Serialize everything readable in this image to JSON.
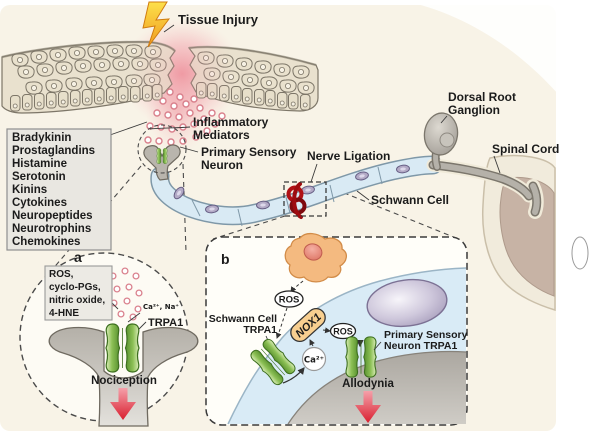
{
  "figure_labels": {
    "tissue_injury": "Tissue Injury",
    "inflammatory_mediators": [
      "Inflammatory",
      "Mediators"
    ],
    "primary_sensory_neuron": [
      "Primary Sensory",
      "Neuron"
    ],
    "nerve_ligation": "Nerve Ligation",
    "schwann_cell": "Schwann Cell",
    "dorsal_root_ganglion": [
      "Dorsal Root",
      "Ganglion"
    ],
    "spinal_cord": "Spinal Cord"
  },
  "mediator_box": {
    "items": [
      "Bradykinin",
      "Prostaglandins",
      "Histamine",
      "Serotonin",
      "Kinins",
      "Cytokines",
      "Neuropeptides",
      "Neurotrophins",
      "Chemokines"
    ]
  },
  "panel_a": {
    "label": "a",
    "agents": [
      "ROS,",
      "cyclo-PGs,",
      "nitric oxide,",
      "4-HNE"
    ],
    "ions": "Ca²⁺, Na⁺",
    "channel": "TRPA1",
    "outcome": "Nociception"
  },
  "panel_b": {
    "label": "b",
    "ros_from_macrophage": "ROS",
    "enzyme": "NOX1",
    "ros_from_nox1": "ROS",
    "calcium": "Ca²⁺",
    "schwann_trpa1": [
      "Schwann Cell",
      "TRPA1"
    ],
    "neuron_trpa1": [
      "Primary Sensory",
      "Neuron TRPA1"
    ],
    "outcome": "Allodynia"
  },
  "colors": {
    "background_cream": "#f8f3e7",
    "trpa1_green": "#76b043",
    "mediator_pink": "#d9808c",
    "arrow_red": "#dd2233",
    "nox1_orange": "#f8cf90",
    "schwann_blue": "#d9ebf6",
    "neuron_grey": "#b5b1a9",
    "macrophage_orange": "#f4ba80",
    "ligation_red": "#9e0b10"
  }
}
